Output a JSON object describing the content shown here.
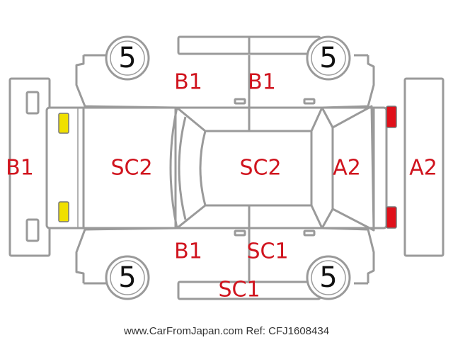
{
  "tires": {
    "front_left": "5",
    "front_right": "5",
    "rear_left": "5",
    "rear_right": "5"
  },
  "labels": {
    "rear_bumper": "B1",
    "trunk": "SC2",
    "roof": "SC2",
    "hood": "A2",
    "front_bumper": "A2",
    "rear_door_top": "B1",
    "front_door_top": "B1",
    "rear_door_bottom": "B1",
    "front_door_bottom": "SC1",
    "rocker_bottom": "SC1"
  },
  "lamp_colors": {
    "rear": "#f0e000",
    "front": "#e0101a"
  },
  "watermark": "www.CarFromJapan.com Ref: CFJ1608434"
}
